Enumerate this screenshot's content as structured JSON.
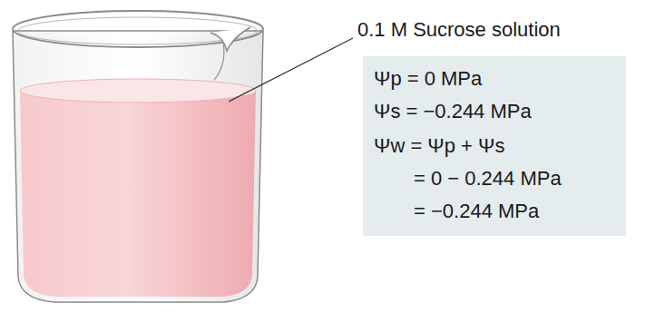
{
  "diagram": {
    "nodes": [
      {
        "text": [
          "Ψp = 0 MPa",
          "Ψs = −0.244 MPa",
          "Ψw = Ψp + Ψs",
          "= 0 − 0.244 MPa",
          "= −0.244 MPa"
        ]
      }
    ],
    "labels": [
      "0.1 M Sucrose solution"
    ]
  }
}
